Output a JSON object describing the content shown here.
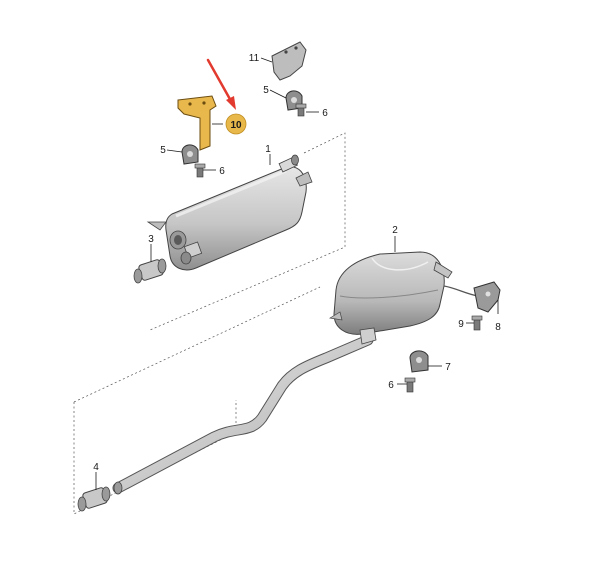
{
  "callouts": {
    "c1": "1",
    "c2": "2",
    "c3": "3",
    "c4": "4",
    "c5a": "5",
    "c5b": "5",
    "c6a": "6",
    "c6b": "6",
    "c6c": "6",
    "c7": "7",
    "c8": "8",
    "c9": "9",
    "c10": "10",
    "c11": "11"
  },
  "colors": {
    "highlight_bubble": "#e8b84a",
    "highlighted_bracket": "#e9b84c",
    "arrow": "#e23a2e",
    "muffler": "#c9c9c9",
    "muffler_shade": "#9a9a9a",
    "pipe": "#d4d4d4",
    "hardware": "#8a8a8a"
  }
}
